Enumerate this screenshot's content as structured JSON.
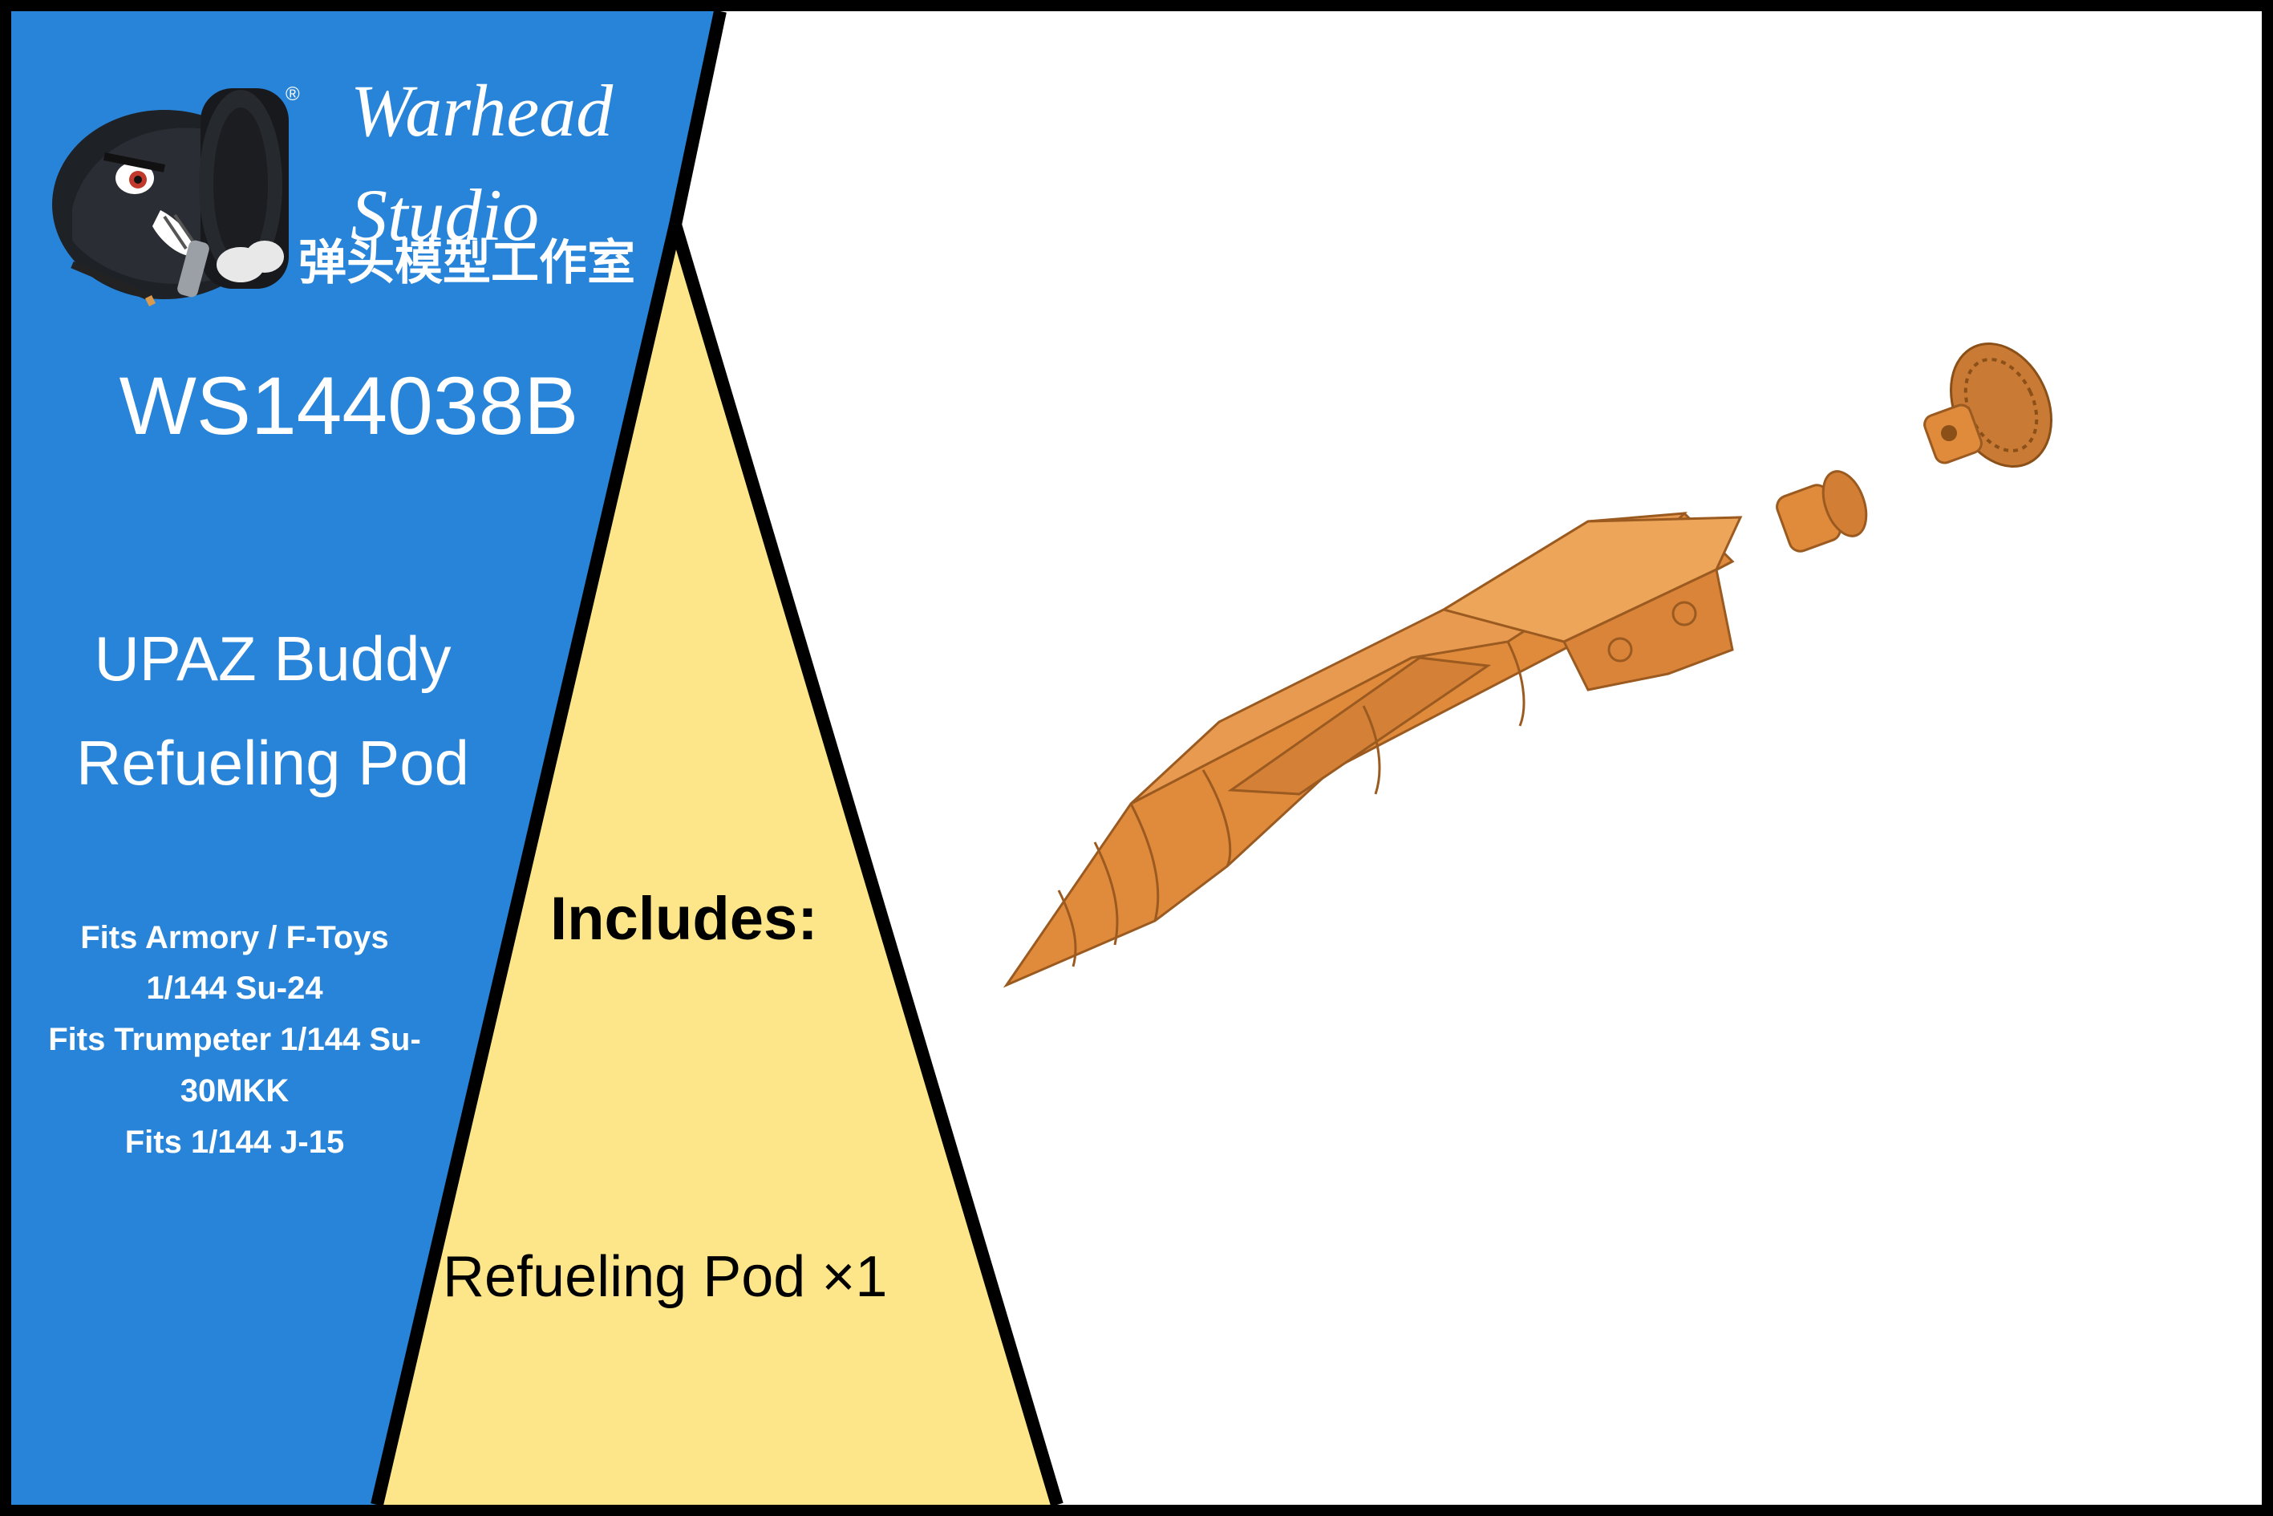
{
  "brand": {
    "name_line1": "Warhead",
    "name_line2": "Studio",
    "name_cn": "弹头模型工作室",
    "registered_mark": "®",
    "mascot_icon": "bomb-mascot-icon"
  },
  "product": {
    "code": "WS144038B",
    "title_line1": "UPAZ Buddy",
    "title_line2": "Refueling Pod",
    "fits": [
      "Fits Armory / F-Toys",
      "1/144 Su-24",
      "Fits Trumpeter 1/144 Su-",
      "30MKK",
      "Fits 1/144 J-15"
    ]
  },
  "includes": {
    "heading": "Includes:",
    "item": "Refueling Pod  ×1"
  },
  "colors": {
    "blue_panel": "#2784D8",
    "yellow_panel": "#FDE68A",
    "pod_orange": "#E08A3C",
    "border": "#000000"
  }
}
